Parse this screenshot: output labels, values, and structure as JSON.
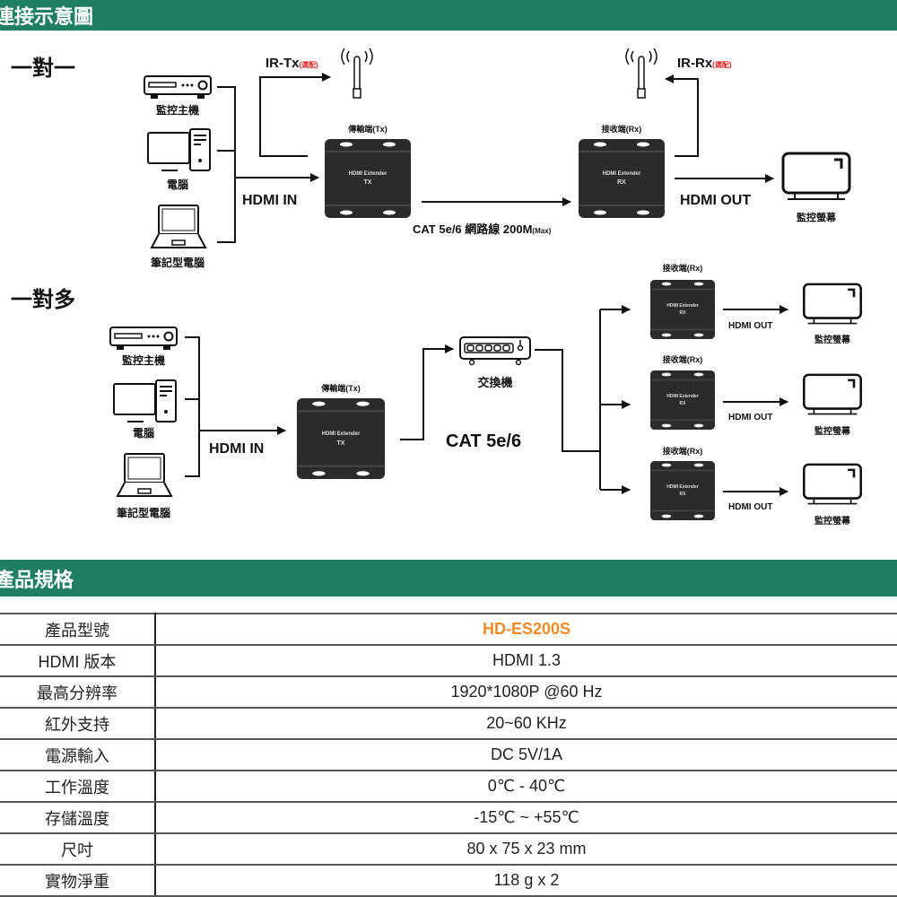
{
  "sections": {
    "connection_title": "連接示意圖",
    "spec_title": "產品規格"
  },
  "one_to_one": {
    "title": "一對一",
    "sources": [
      "監控主機",
      "電腦",
      "筆記型電腦"
    ],
    "hdmi_in": "HDMI IN",
    "ir_tx": "IR-Tx",
    "ir_rx": "IR-Rx",
    "optional": "(選配)",
    "tx_label": "傳輸端(Tx)",
    "rx_label": "接收端(Rx)",
    "device_name": "HDMI Extender",
    "tx": "TX",
    "rx": "RX",
    "cable": "CAT 5e/6 網路線 200M",
    "cable_max": "(Max)",
    "hdmi_out": "HDMI OUT",
    "display": "監控螢幕"
  },
  "one_to_many": {
    "title": "一對多",
    "sources": [
      "監控主機",
      "電腦",
      "筆記型電腦"
    ],
    "hdmi_in": "HDMI IN",
    "tx_label": "傳輸端(Tx)",
    "device_name": "HDMI Extender",
    "tx": "TX",
    "rx": "RX",
    "switch": "交換機",
    "cable": "CAT 5e/6",
    "rx_label": "接收端(Rx)",
    "hdmi_out": "HDMI OUT",
    "display": "監控螢幕"
  },
  "specs": [
    {
      "key": "產品型號",
      "value": "HD-ES200S"
    },
    {
      "key": "HDMI  版本",
      "value": "HDMI 1.3"
    },
    {
      "key": "最高分辨率",
      "value": "1920*1080P @60 Hz"
    },
    {
      "key": "紅外支持",
      "value": "20~60 KHz"
    },
    {
      "key": "電源輸入",
      "value": "DC 5V/1A"
    },
    {
      "key": "工作溫度",
      "value": "0℃  - 40℃"
    },
    {
      "key": "存儲溫度",
      "value": "-15℃  ~ +55℃"
    },
    {
      "key": "尺吋",
      "value": "80 x 75 x 23 mm"
    },
    {
      "key": "實物淨重",
      "value": "118 g x 2"
    }
  ],
  "colors": {
    "header": "#207e62",
    "model": "#f08a24",
    "optional": "#e02020",
    "device": "#2b2b2b"
  }
}
